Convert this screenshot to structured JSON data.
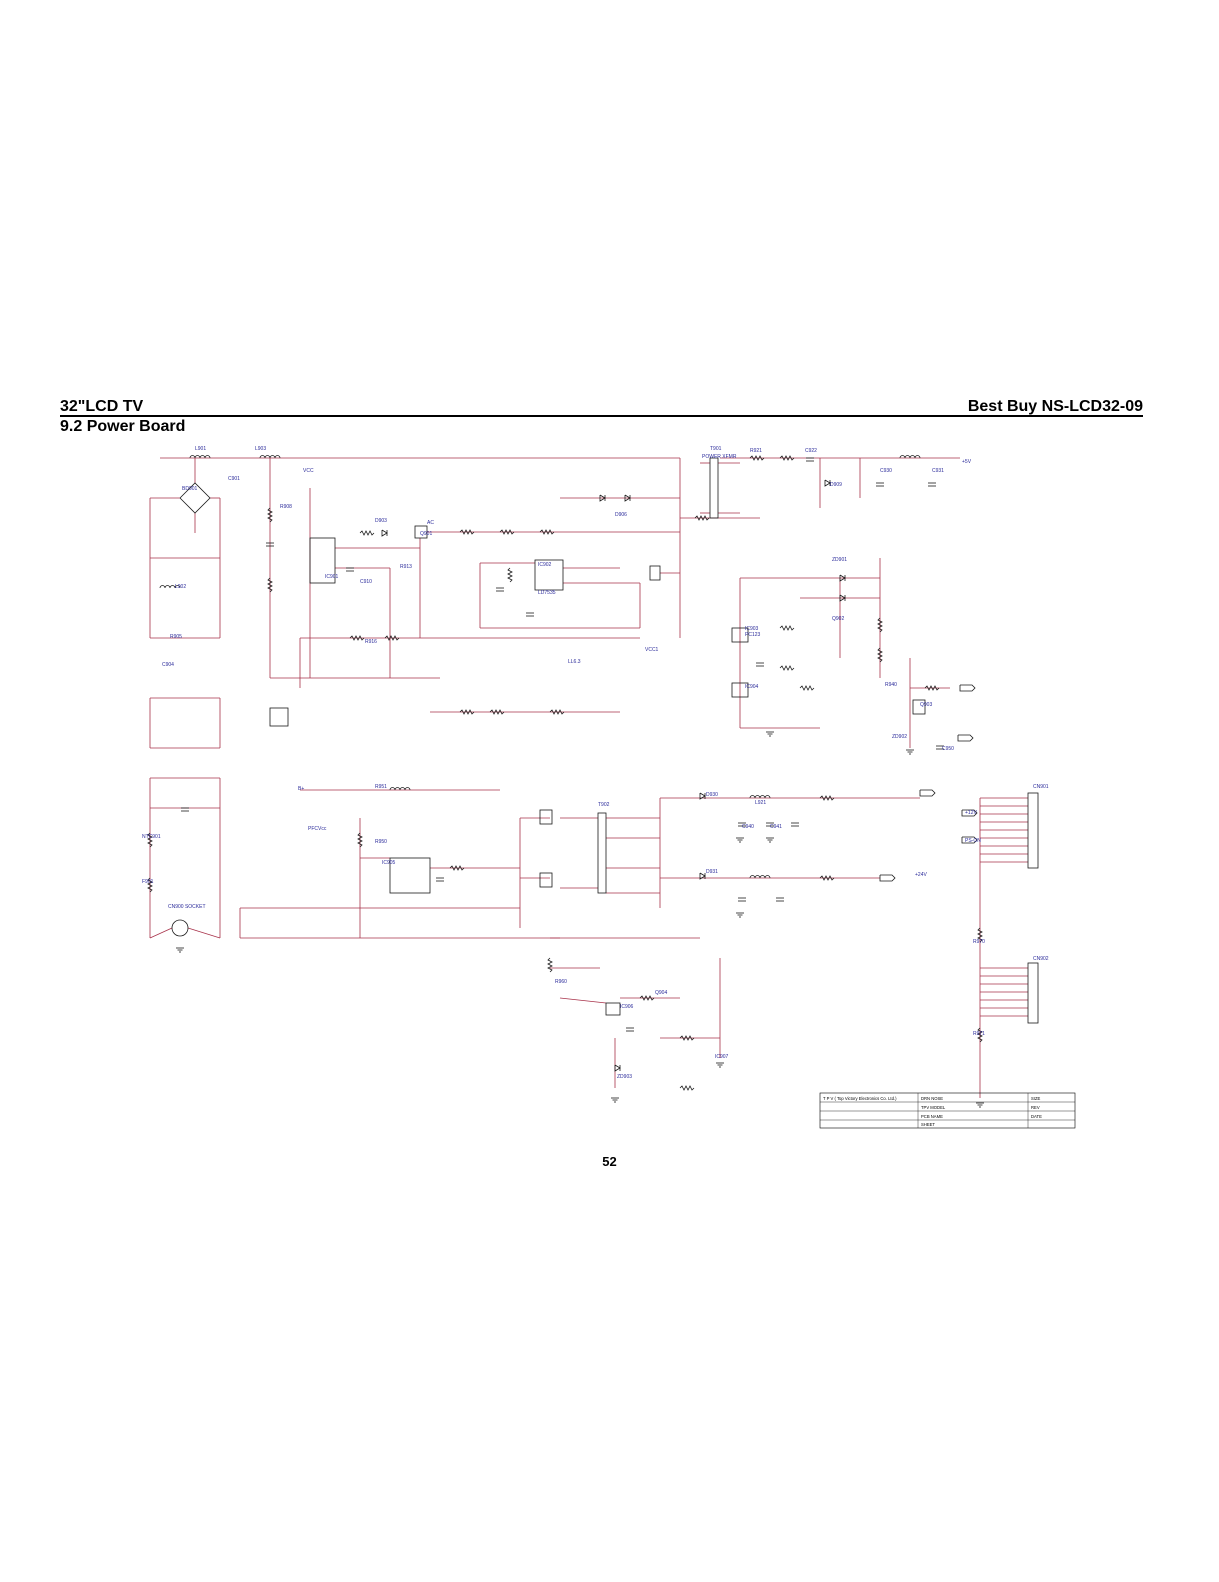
{
  "header": {
    "left_title": "32\"LCD TV",
    "right_title": "Best Buy NS-LCD32-09",
    "subtitle": "9.2 Power Board"
  },
  "page_number": "52",
  "colors": {
    "wire": "#a8324a",
    "label": "#2a2a9a",
    "note": "#d03a3a",
    "ink": "#000000"
  },
  "labels": {
    "l1": "L901",
    "l2": "BD901",
    "l3": "C901",
    "l4": "L902",
    "l5": "L903",
    "l6": "R905",
    "l7": "C904",
    "l8": "R908",
    "l9": "IC901",
    "l10": "C910",
    "l11": "VCC",
    "l12": "Q901",
    "l13": "D903",
    "l14": "R913",
    "l15": "R916",
    "l16": "IC902",
    "l17": "LD7535",
    "l18": "D906",
    "l19": "T901",
    "l20": "POWER XFMR",
    "l21": "R921",
    "l22": "C922",
    "l23": "D909",
    "l24": "C930",
    "l25": "C931",
    "l26": "+5V",
    "l27": "+12V",
    "l28": "+24V",
    "l29": "IC903",
    "l30": "PC123",
    "l31": "IC904",
    "l32": "ZD901",
    "l33": "Q902",
    "l34": "Q903",
    "l35": "T902",
    "l36": "L921",
    "l37": "C940",
    "l38": "C941",
    "l39": "D930",
    "l40": "D931",
    "l41": "CN901",
    "l42": "CN902",
    "l43": "IC905",
    "l44": "R950",
    "l45": "R951",
    "l46": "IC906",
    "l47": "R960",
    "l48": "PS-ON",
    "l49": "AC",
    "l50": "B+",
    "l51": "NTC901",
    "l52": "F901",
    "l53": "CN900 SOCKET",
    "l54": "LL6.3",
    "l55": "VCC1",
    "l56": "PFCVcc",
    "l57": "R940",
    "l58": "C950",
    "l59": "ZD902",
    "l60": "R970",
    "l61": "ZD903",
    "l62": "R971",
    "l63": "Q904",
    "l64": "IC907"
  },
  "title_block": {
    "company": "T P V ( Top Victory Electronics Co. Ltd.)",
    "r1": "DRN NOSE",
    "r2": "TPV MODEL",
    "r3": "PCB NAME",
    "r4": "SIZE",
    "r5": "REV",
    "r6": "DATE",
    "r7": "SHEET"
  }
}
